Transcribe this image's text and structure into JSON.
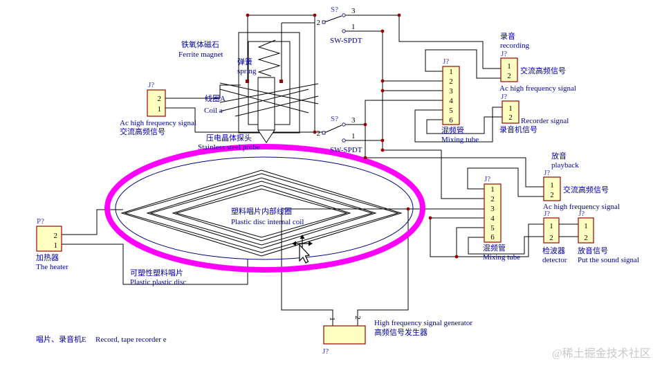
{
  "colors": {
    "wire": "#000000",
    "component_fill": "#FFFFC2",
    "component_stroke": "#990000",
    "label_blue": "#0000A0",
    "ref_blue": "#3A3AC0",
    "highlight_magenta": "#FF00FF",
    "disc_outline_blue": "#000080",
    "junction_red": "#990000",
    "watermark_gray": "#C9C9C9"
  },
  "refs": {
    "j": "J?",
    "p": "P?",
    "s": "S?",
    "sw": "SW-SPDT"
  },
  "pins": {
    "n1": "1",
    "n2": "2",
    "n3": "3",
    "n4": "4",
    "n5": "5",
    "n6": "6"
  },
  "head": {
    "ferrite_cn": "铁氧体磁石",
    "ferrite_en": "Ferrite magnet",
    "spring_cn": "弹簧",
    "spring_en": "spring",
    "coil_cn": "线圈A",
    "coil_en": "Coil a",
    "probe_cn": "压电晶体探头",
    "probe_en": "Stainless steel probe"
  },
  "input_conn": {
    "en": "Ac high frequency signal",
    "cn": "交流高频信号"
  },
  "disc": {
    "inner_cn": "塑料唱片内部线圈",
    "inner_en": "Plastic disc internal coil",
    "body_cn": "可塑性塑料唱片",
    "body_en": "Plastic plastic disc"
  },
  "heater": {
    "cn": "加热器",
    "en": "The heater"
  },
  "recording": {
    "cn": "录音",
    "en": "recording",
    "ac_cn": "交流高频信号",
    "ac_en": "Ac high frequency signal",
    "recorder_en": "Recorder signal",
    "recorder_cn": "录音机信号",
    "mixing_cn": "混频管",
    "mixing_en": "Mixing tube"
  },
  "playback": {
    "cn": "放音",
    "en": "playback",
    "ac_cn": "交流高频信号",
    "ac_en": "Ac high frequency signal",
    "mixing_cn": "混频管",
    "mixing_en": "Mixing tube",
    "detector_cn": "检波器",
    "detector_en": "detector",
    "sound_cn": "放音信号",
    "sound_en": "Put the sound signal"
  },
  "generator": {
    "en": "High frequency signal generator",
    "cn": "高频信号发生器"
  },
  "caption": {
    "cn": "唱片、录音机E",
    "en": "Record, tape recorder e"
  },
  "watermark": "@稀土掘金技术社区"
}
